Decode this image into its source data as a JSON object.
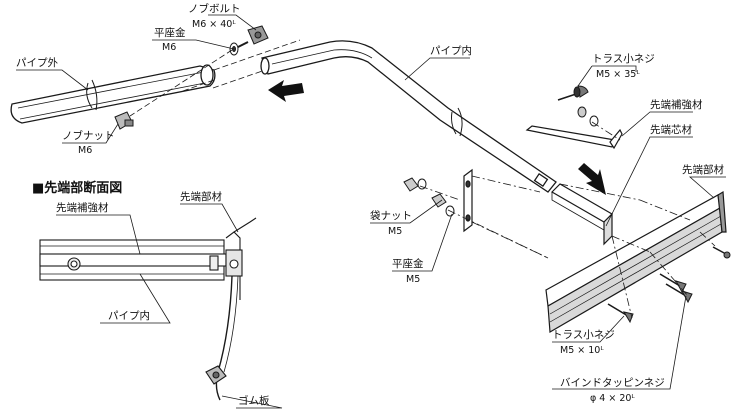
{
  "section_title": "■先端部断面図",
  "labels": {
    "pipe_outer": "パイプ外",
    "washer_m6": {
      "name": "平座金",
      "size": "M6"
    },
    "knob_bolt": {
      "name": "ノブボルト",
      "size": "M6 × 40ᴸ"
    },
    "knob_nut": {
      "name": "ノブナット",
      "size": "M6"
    },
    "pipe_inner": "パイプ内",
    "truss_screw_top": {
      "name": "トラス小ネジ",
      "size": "M5 × 35ᴸ"
    },
    "tip_reinforcement": "先端補強材",
    "tip_core": "先端芯材",
    "tip_member": "先端部材",
    "cap_nut": {
      "name": "袋ナット",
      "size": "M5"
    },
    "washer_m5": {
      "name": "平座金",
      "size": "M5"
    },
    "truss_screw_bottom": {
      "name": "トラス小ネジ",
      "size": "M5 × 10ᴸ"
    },
    "bind_tapping_screw": {
      "name": "バインドタッピンネジ",
      "size": "φ 4 × 20ᴸ"
    }
  },
  "section_labels": {
    "tip_member": "先端部材",
    "tip_reinforcement": "先端補強材",
    "pipe_inner": "パイプ内",
    "rubber_plate": "ゴム板"
  },
  "colors": {
    "line": "#1a1a1a",
    "fill": "#ffffff",
    "shade": "#d9d9d9",
    "dark": "#555555"
  }
}
